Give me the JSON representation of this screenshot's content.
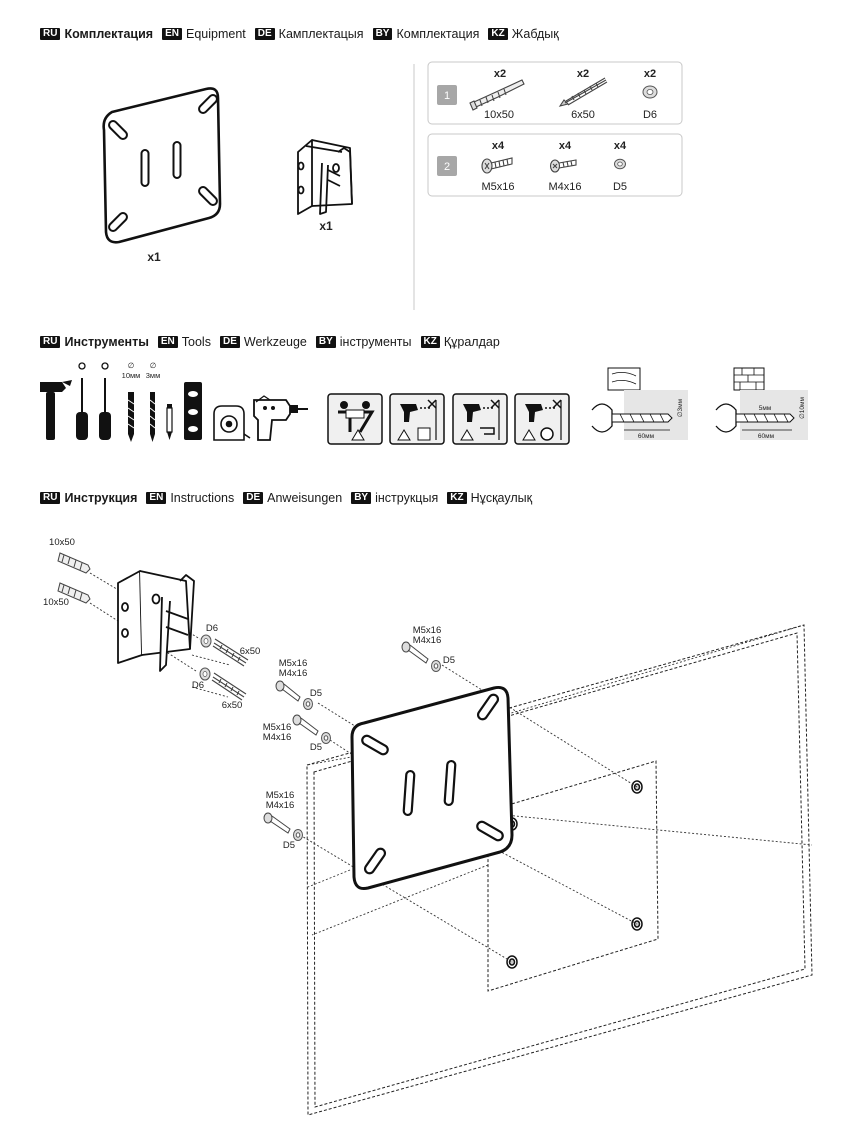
{
  "headings": {
    "equipment": [
      {
        "code": "RU",
        "label": "Комплектация",
        "bold": true
      },
      {
        "code": "EN",
        "label": "Equipment"
      },
      {
        "code": "DE",
        "label": "Камплектацыя"
      },
      {
        "code": "BY",
        "label": "Комплектация"
      },
      {
        "code": "KZ",
        "label": "Жабдық"
      }
    ],
    "tools": [
      {
        "code": "RU",
        "label": "Инструменты",
        "bold": true
      },
      {
        "code": "EN",
        "label": "Tools"
      },
      {
        "code": "DE",
        "label": "Werkzeuge"
      },
      {
        "code": "BY",
        "label": "інструменты"
      },
      {
        "code": "KZ",
        "label": "Құралдар"
      }
    ],
    "instructions": [
      {
        "code": "RU",
        "label": "Инструкция",
        "bold": true
      },
      {
        "code": "EN",
        "label": "Instructions"
      },
      {
        "code": "DE",
        "label": "Anweisungen"
      },
      {
        "code": "BY",
        "label": "інструкцыя"
      },
      {
        "code": "KZ",
        "label": "Нұсқаулық"
      }
    ]
  },
  "equipment": {
    "plate_qty": "x1",
    "bracket_qty": "x1",
    "kit1": {
      "number": "1",
      "items": [
        {
          "qty": "x2",
          "size": "10x50",
          "icon": "wall-anchor-icon"
        },
        {
          "qty": "x2",
          "size": "6x50",
          "icon": "long-screw-icon"
        },
        {
          "qty": "x2",
          "size": "D6",
          "icon": "washer-icon"
        }
      ]
    },
    "kit2": {
      "number": "2",
      "items": [
        {
          "qty": "x4",
          "size": "M5x16",
          "icon": "bolt-icon"
        },
        {
          "qty": "x4",
          "size": "M4x16",
          "icon": "bolt-icon"
        },
        {
          "qty": "x4",
          "size": "D5",
          "icon": "washer-icon"
        }
      ]
    }
  },
  "tools": {
    "drill_bit_sizes": [
      "10мм",
      "3мм"
    ],
    "diagram_wood": {
      "hole_depth": "60мм",
      "bit": "∅3мм"
    },
    "diagram_brick": {
      "spacer": "5мм",
      "hole_depth": "60мм",
      "bit": "∅10мм"
    }
  },
  "instructions": {
    "anchor_label_1": "10x50",
    "anchor_label_2": "10x50",
    "washer_d6_1": "D6",
    "washer_d6_2": "D6",
    "screw_6x50_1": "6x50",
    "screw_6x50_2": "6x50",
    "bolt_top": {
      "a": "M5x16",
      "b": "M4x16",
      "w": "D5"
    },
    "bolt_mid1": {
      "a": "M5x16",
      "b": "M4x16",
      "w": "D5"
    },
    "bolt_mid2": {
      "a": "M5x16",
      "b": "M4x16",
      "w": "D5"
    },
    "bolt_low": {
      "a": "M5x16",
      "b": "M4x16",
      "w": "D5"
    }
  }
}
